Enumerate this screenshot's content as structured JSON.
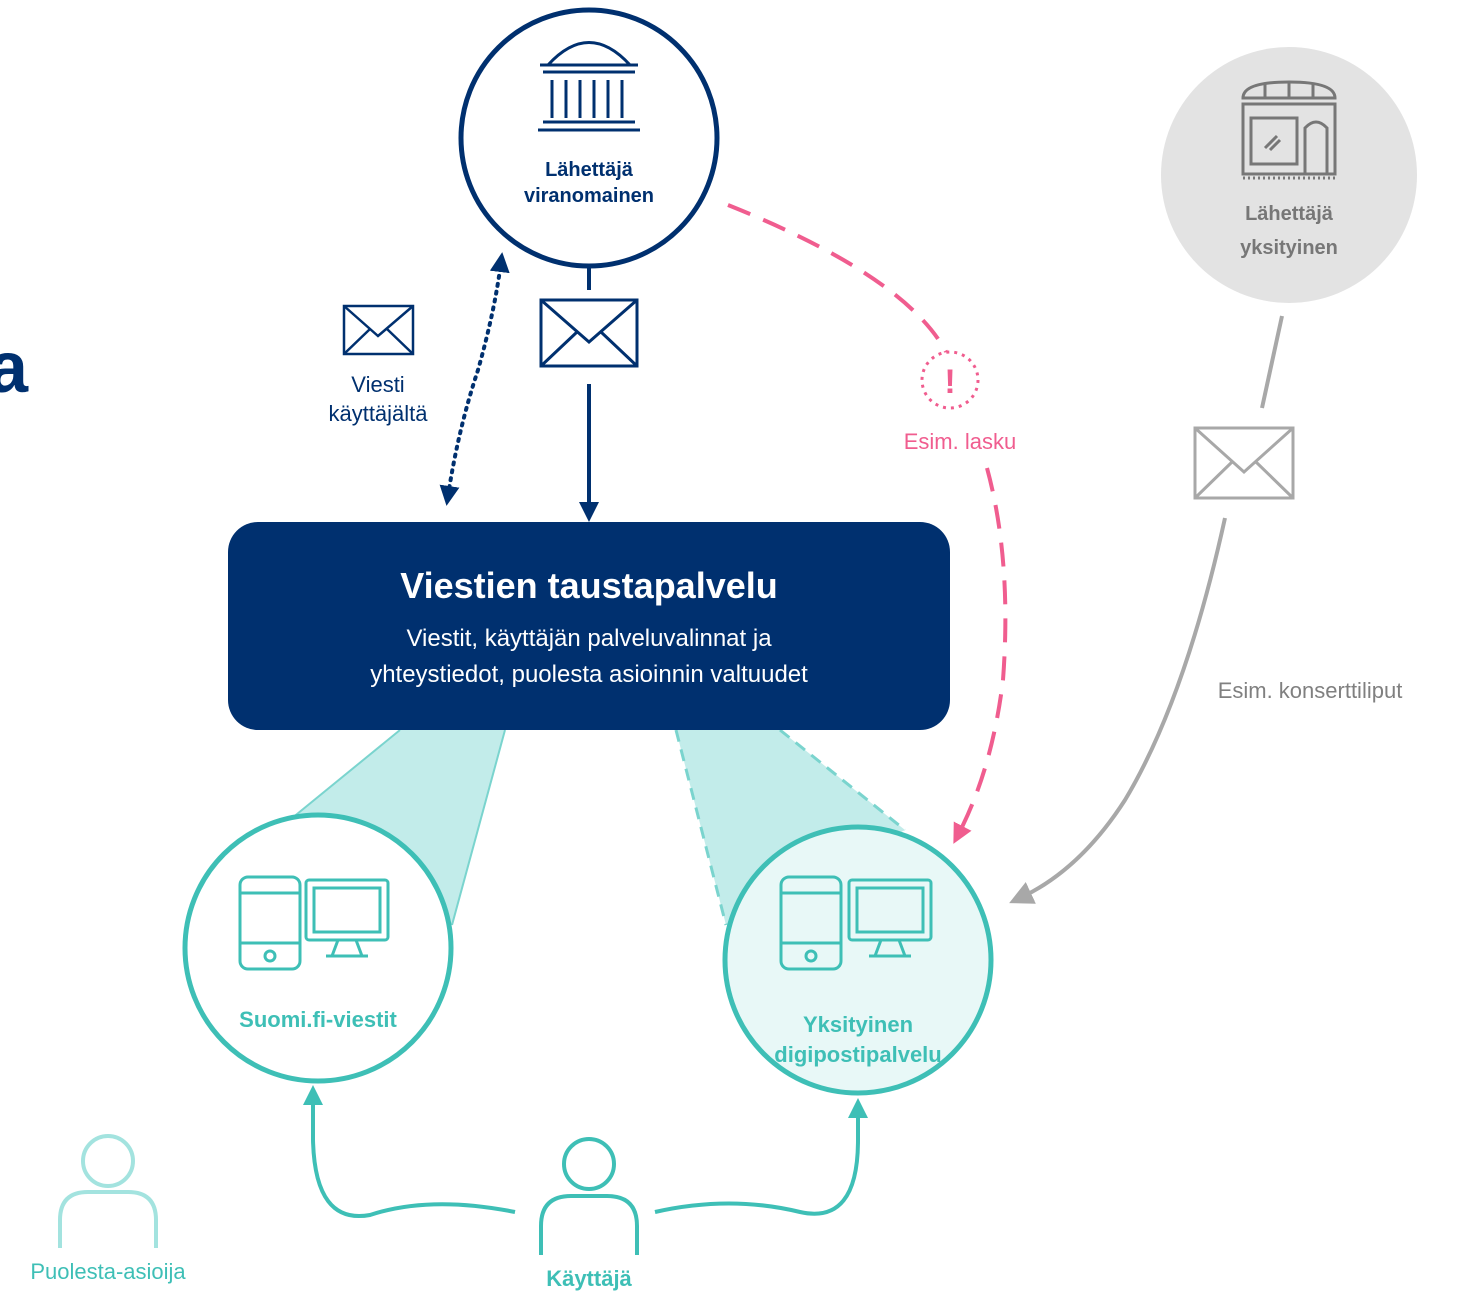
{
  "page_title_fragment": "a",
  "sender_authority": {
    "line1": "Lähettäjä",
    "line2": "viranomainen",
    "icon": "government-building-icon"
  },
  "sender_private": {
    "line1": "Lähettäjä",
    "line2": "yksityinen",
    "icon": "shop-icon"
  },
  "message_from_user": {
    "line1": "Viesti",
    "line2": "käyttäjältä",
    "icon": "envelope-icon"
  },
  "example_invoice": {
    "label": "Esim. lasku",
    "icon": "exclamation-icon"
  },
  "example_tickets": {
    "label": "Esim. konserttiliput"
  },
  "backend": {
    "title": "Viestien taustapalvelu",
    "line1": "Viestit, käyttäjän palveluvalinnat ja",
    "line2": "yhteystiedot, puolesta asioinnin valtuudet"
  },
  "suomifi_service": {
    "label": "Suomi.fi-viestit",
    "icons": [
      "mobile-phone-icon",
      "monitor-icon"
    ]
  },
  "private_service": {
    "line1": "Yksityinen",
    "line2": "digipostipalvelu",
    "icons": [
      "mobile-phone-icon",
      "monitor-icon"
    ]
  },
  "user": {
    "label": "Käyttäjä",
    "icon": "person-icon"
  },
  "proxy_user": {
    "label": "Puolesta-asioija",
    "icon": "person-icon"
  },
  "colors": {
    "navy": "#00306f",
    "teal": "#3ebfb6",
    "teal_light": "#c2ecea",
    "teal_fill": "#e8f8f7",
    "pink": "#f05d8f",
    "gray": "#a8a8a8",
    "gray_fill": "#e3e3e3"
  }
}
